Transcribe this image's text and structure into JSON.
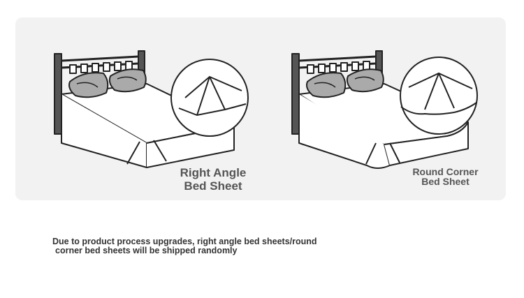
{
  "labels": {
    "right_angle_line1": "Right Angle",
    "right_angle_line2": "Bed Sheet",
    "round_corner_line1": "Round Corner",
    "round_corner_line2": "Bed Sheet"
  },
  "notice": {
    "line1": "Due to product process upgrades, right angle bed sheets/round",
    "line2": "corner bed sheets will be shipped randomly"
  }
}
